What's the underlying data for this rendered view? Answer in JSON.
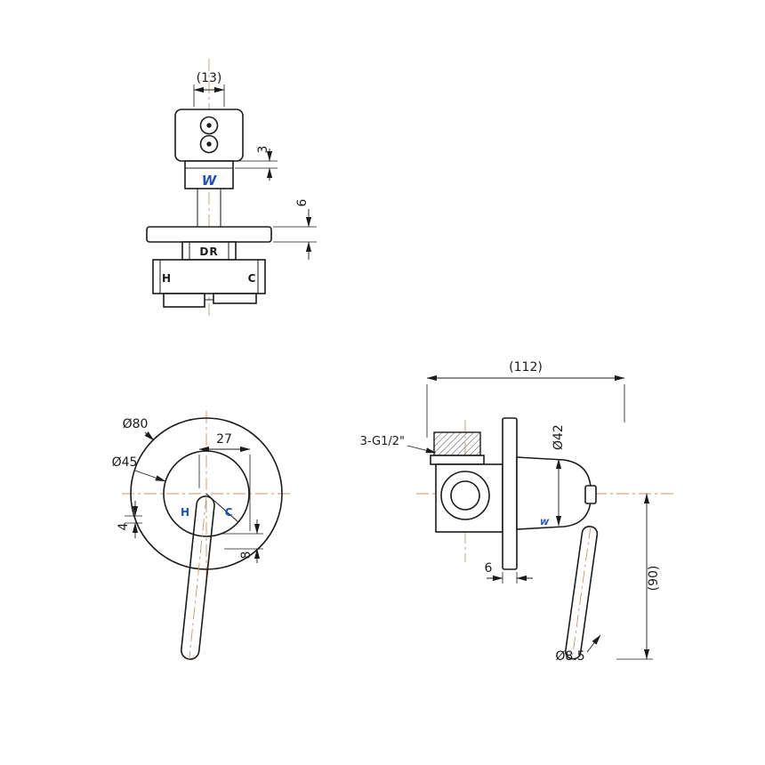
{
  "drawing": {
    "type": "technical-drawing",
    "subject": "wall-mounted shower mixer tap - 3 orthographic views",
    "colors": {
      "outline": "#1b1b1b",
      "centerline": "#c8956c",
      "accent_blue": "#1e4fc2",
      "background": "#ffffff"
    },
    "views": {
      "top": {
        "dim_width": "(13)",
        "dim_lip": "3",
        "dim_plate": "6",
        "label_dr": "DR",
        "label_hot": "H",
        "label_cold": "C",
        "logo": "W"
      },
      "front": {
        "dia_flange": "Ø80",
        "dia_body": "Ø45",
        "dim_reach": "27",
        "dim_drop": "4",
        "dim_offset": "8",
        "label_hot": "H",
        "label_cold": "C"
      },
      "side": {
        "dim_depth": "(112)",
        "thread_spec": "3-G1/2\"",
        "dia_body": "Ø42",
        "dim_plate": "6",
        "dim_handle": "(90)",
        "dia_handle": "Ø8.5",
        "logo": "W"
      }
    }
  }
}
